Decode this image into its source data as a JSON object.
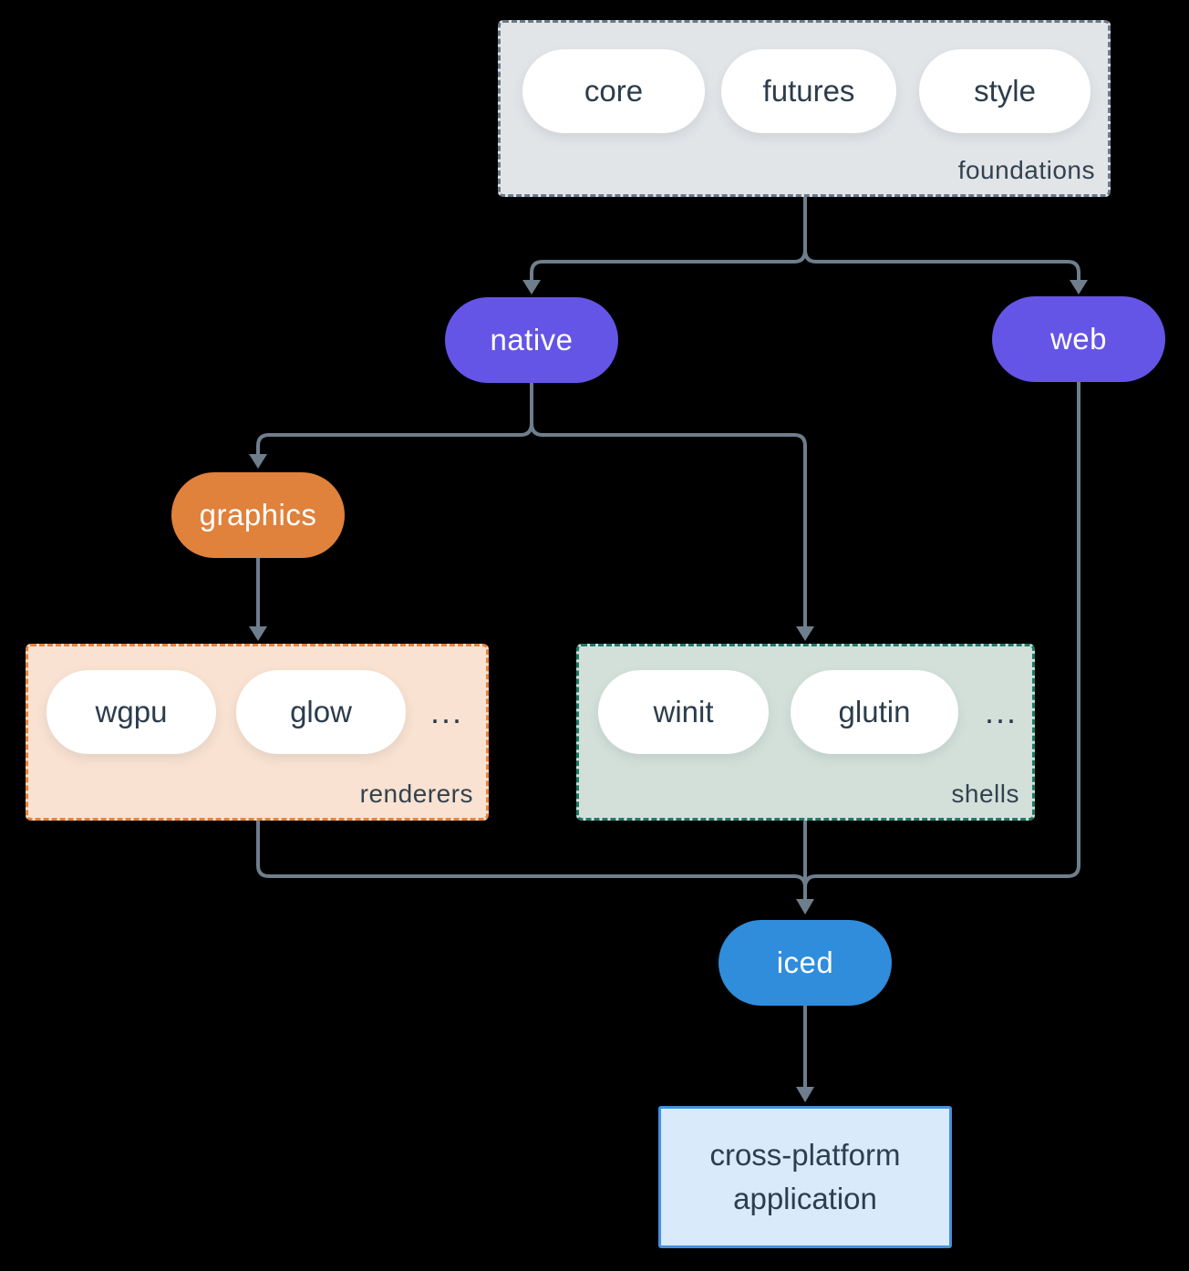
{
  "groups": {
    "foundations": {
      "label": "foundations",
      "items": [
        "core",
        "futures",
        "style"
      ]
    },
    "renderers": {
      "label": "renderers",
      "items": [
        "wgpu",
        "glow"
      ],
      "ellipsis": "..."
    },
    "shells": {
      "label": "shells",
      "items": [
        "winit",
        "glutin"
      ],
      "ellipsis": "..."
    }
  },
  "nodes": {
    "native": {
      "label": "native"
    },
    "web": {
      "label": "web"
    },
    "graphics": {
      "label": "graphics"
    },
    "iced": {
      "label": "iced"
    },
    "application": {
      "label": "cross-platform application"
    }
  },
  "colors": {
    "background": "#000000",
    "connector": "#6e7e8c",
    "purple_node": "#6455e6",
    "orange_node": "#e0813c",
    "blue_node": "#2f8ddb",
    "foundations_fill": "#e2e5e8",
    "foundations_border": "#6a7a89",
    "renderers_fill": "#f9e2d1",
    "renderers_border": "#e8823c",
    "shells_fill": "#d3e0da",
    "shells_border": "#1e7a68",
    "application_fill": "#d9eafb",
    "application_border": "#4690dd",
    "pill_text": "#2c3c4c"
  }
}
